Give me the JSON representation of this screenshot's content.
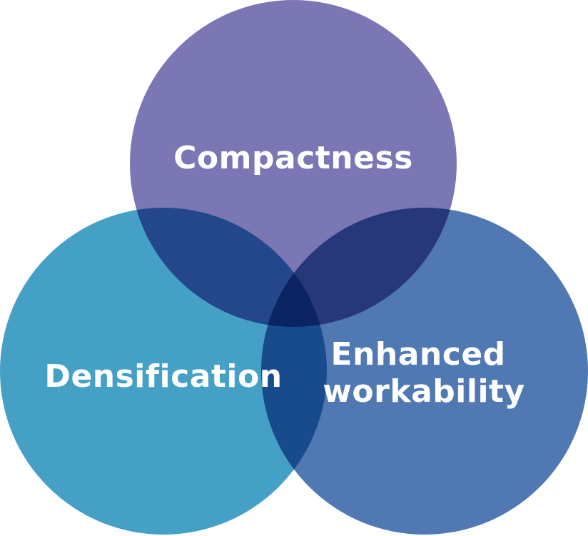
{
  "diagram": {
    "type": "venn",
    "sets": [
      {
        "id": "compactness",
        "label_lines": [
          "Compactness"
        ],
        "color": "#7b76b4"
      },
      {
        "id": "densification",
        "label_lines": [
          "Densification"
        ],
        "color": "#45a0c6"
      },
      {
        "id": "enhanced-workability",
        "label_lines": [
          "Enhanced",
          "workability"
        ],
        "color": "#5079b4"
      }
    ],
    "intersection_colors": {
      "compactness_densification": "#23478a",
      "compactness_workability": "#26377a",
      "densification_workability": "#184b8c",
      "all_three": "#0c2462"
    }
  }
}
